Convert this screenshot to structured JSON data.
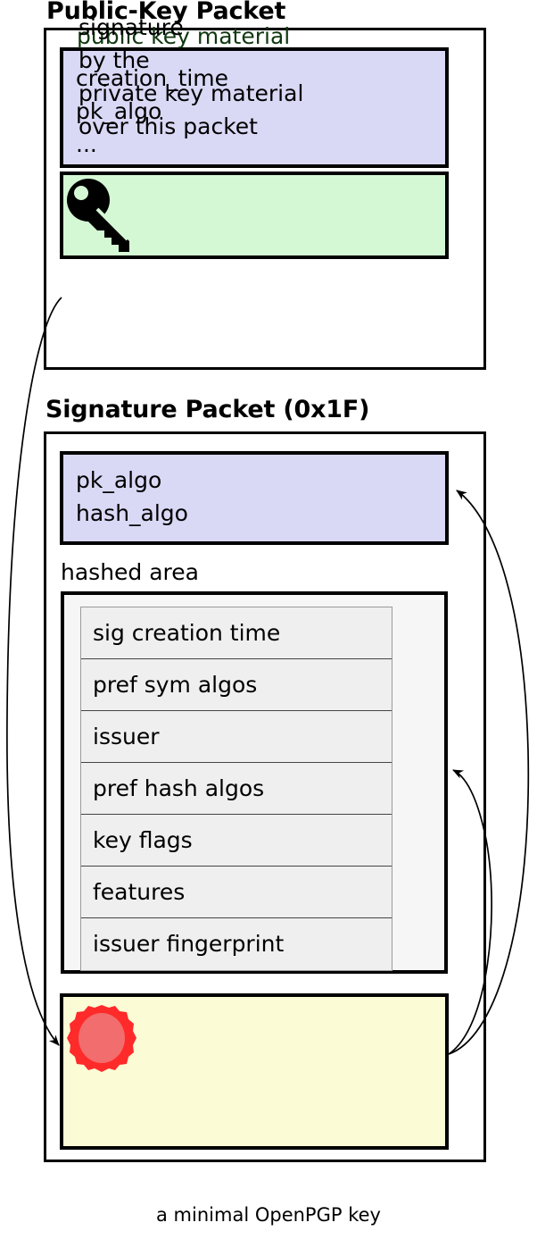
{
  "caption": "a minimal OpenPGP key",
  "packets": [
    {
      "title": "Public-Key Packet",
      "header_block": {
        "lines": "creation_time\npk_algo\n...",
        "color": "#d9d9f6"
      },
      "material_block": {
        "label": "public key material",
        "icon": "key-icon",
        "color": "#d4f8d4",
        "text_color": "#103810"
      }
    },
    {
      "title": "Signature Packet (0x1F)",
      "header_block": {
        "lines": "pk_algo\nhash_algo",
        "color": "#d9d9f6"
      },
      "hashed_area": {
        "label": "hashed area",
        "frame_color": "#f6f6f6",
        "subpackets": [
          "sig creation time",
          "pref sym algos",
          "issuer",
          "pref hash algos",
          "key flags",
          "features",
          "issuer fingerprint"
        ]
      },
      "signature_block": {
        "lines": "signature\nby the\nprivate key material\nover this packet",
        "icon": "seal-icon",
        "color": "#fbfbd5",
        "seal_color": "#ff2a2a",
        "seal_fill": "#f26d6d"
      }
    }
  ],
  "arrows": [
    {
      "name": "public-key-to-signature",
      "from": "public-key-packet",
      "to": "signature-block"
    },
    {
      "name": "signature-to-sig-header",
      "from": "signature-block",
      "to": "signature-header-block"
    },
    {
      "name": "signature-to-hashed-area",
      "from": "signature-block",
      "to": "hashed-area"
    }
  ]
}
